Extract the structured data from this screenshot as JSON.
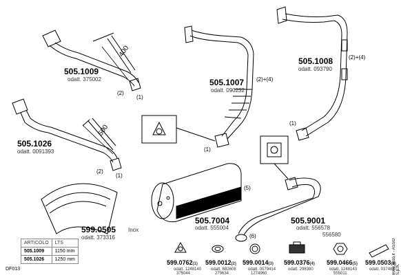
{
  "parts": [
    {
      "code": "505.1009",
      "ref": "odatt. 375002"
    },
    {
      "code": "505.1007",
      "ref": "odatt. 090232"
    },
    {
      "code": "505.1008",
      "ref": "odatt. 093790"
    },
    {
      "code": "505.1026",
      "ref": "odatt. 0091393"
    },
    {
      "code": "505.7004",
      "ref": "odatt. 555004"
    },
    {
      "code": "505.9001",
      "ref1": "odatt. 556578",
      "ref2": "556580"
    },
    {
      "code": "599.0505",
      "suffix": "Inox",
      "ref": "odatt. 373316"
    }
  ],
  "dimensions": {
    "d1": "400",
    "d2": "500"
  },
  "callouts": {
    "c1": "(1)",
    "c2": "(2)",
    "c24": "(2)+(4)",
    "c5": "(5)",
    "c6": "(6)"
  },
  "table": {
    "h1": "ARTICOLO",
    "h2": "LTS",
    "rows": [
      {
        "code": "505.1009",
        "len": "1150",
        "unit": "mm"
      },
      {
        "code": "505.1026",
        "len": "1250",
        "unit": "mm"
      }
    ]
  },
  "accessories": [
    {
      "code": "599.0762",
      "n": "(1)",
      "ref1": "odatt. 1248140",
      "ref2": "375044",
      "icon": "flange-gasket-icon"
    },
    {
      "code": "599.0012",
      "n": "(2)",
      "ref1": "odatt. 682608",
      "ref2": "279634",
      "icon": "pipe-gasket-icon"
    },
    {
      "code": "599.0014",
      "n": "(3)",
      "ref1": "odatt. 0079414",
      "ref2": "1274960",
      "icon": "ring-gasket-icon"
    },
    {
      "code": "599.0376",
      "n": "(4)",
      "ref1": "odatt. 298380",
      "ref2": "",
      "icon": "clamp-icon"
    },
    {
      "code": "599.0466",
      "n": "(5)",
      "ref1": "odatt. 1248143",
      "ref2": "555011",
      "icon": "hex-gasket-icon"
    },
    {
      "code": "599.0503",
      "n": "(6)",
      "ref1": "odatt. 0374887",
      "ref2": "",
      "icon": "sleeve-icon"
    }
  ],
  "footer_code": "DF013",
  "side_text": "www.asso.it - ASSO S.p.A."
}
